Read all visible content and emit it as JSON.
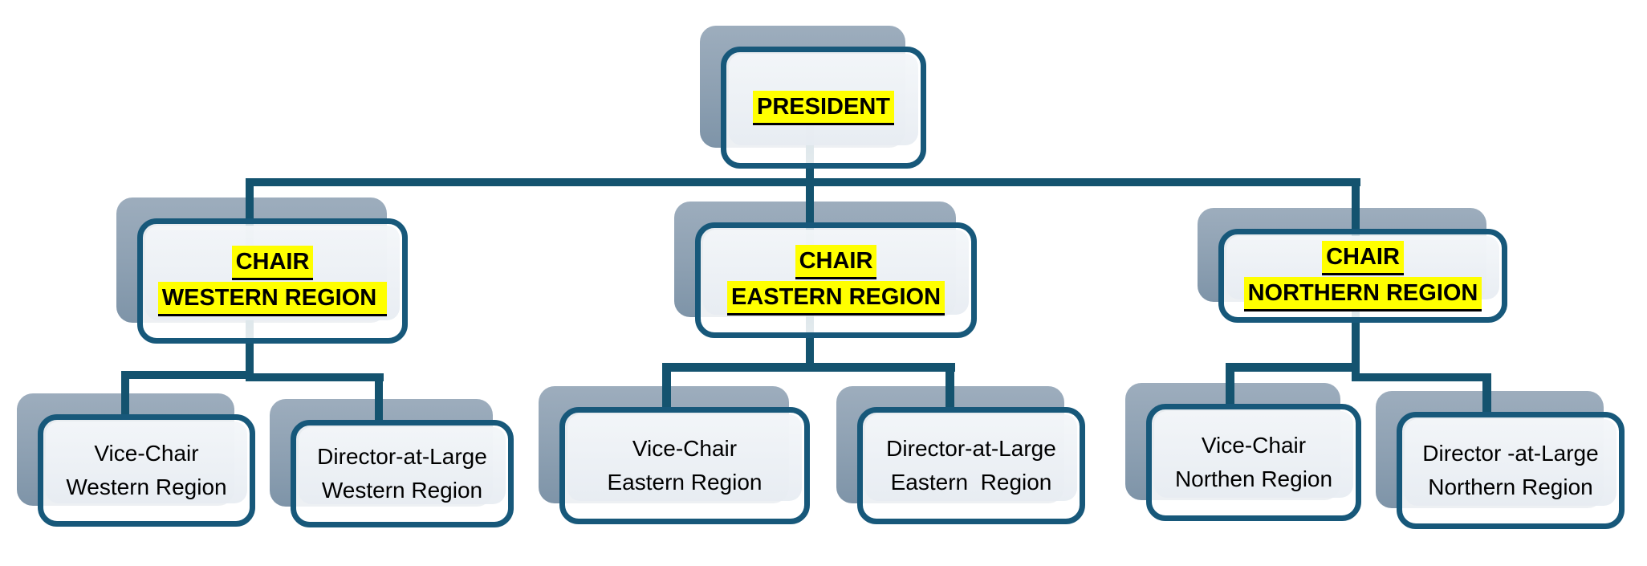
{
  "chart": {
    "type": "org-chart",
    "president": {
      "label": "PRESIDENT",
      "highlighted": true
    },
    "branches": [
      {
        "title_line1": "CHAIR",
        "title_line2": "WESTERN REGION ",
        "highlighted": true,
        "children": [
          {
            "line1": "Vice-Chair",
            "line2": "Western Region"
          },
          {
            "line1": "Director-at-Large",
            "line2": "Western Region"
          }
        ]
      },
      {
        "title_line1": "CHAIR",
        "title_line2": "EASTERN REGION",
        "highlighted": true,
        "children": [
          {
            "line1": "Vice-Chair",
            "line2": "Eastern Region"
          },
          {
            "line1": "Director-at-Large",
            "line2": "Eastern  Region"
          }
        ]
      },
      {
        "title_line1": "CHAIR",
        "title_line2": "NORTHERN REGION",
        "highlighted": true,
        "children": [
          {
            "line1": "Vice-Chair",
            "line2": "Northen Region"
          },
          {
            "line1": "Director -at-Large",
            "line2": "Northern Region"
          }
        ]
      }
    ]
  },
  "colors": {
    "box_border": "#17587a",
    "connector": "#14536f",
    "shadow_top": "#9dadbd",
    "shadow_bottom": "#7e94a8",
    "highlight": "#ffff00",
    "panel_top": "#f3f6f9",
    "panel_bottom": "#e7ecf2",
    "text": "#000000",
    "bg": "#ffffff"
  }
}
